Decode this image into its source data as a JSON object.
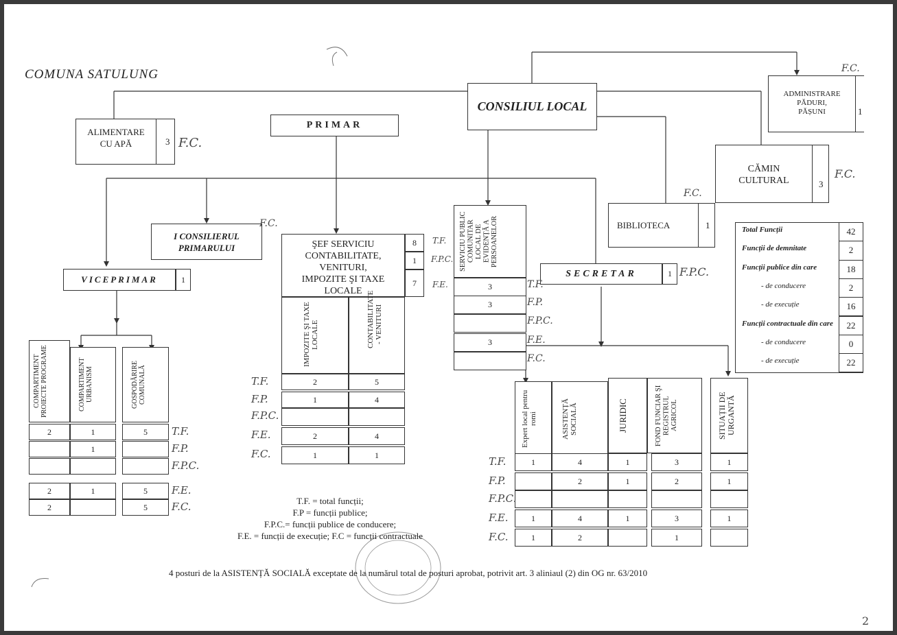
{
  "title": "COMUNA SATULUNG",
  "boxes": {
    "consiliul_local": "CONSILIUL LOCAL",
    "primar": "PRIMAR",
    "alimentare_1": "ALIMENTARE",
    "alimentare_2": "CU APĂ",
    "alimentare_n": "3",
    "admin_1": "ADMINISTRARE",
    "admin_2": "PĂDURI,",
    "admin_3": "PĂȘUNI",
    "admin_n": "1",
    "camin_1": "CĂMIN",
    "camin_2": "CULTURAL",
    "camin_n": "3",
    "biblioteca": "BIBLIOTECA",
    "biblioteca_n": "1",
    "consilier_1": "I CONSILIERUL",
    "consilier_2": "PRIMARULUI",
    "viceprimar": "VICEPRIMAR",
    "viceprimar_n": "1",
    "sef_1": "ŞEF SERVICIU",
    "sef_2": "CONTABILITATE,",
    "sef_3": "VENITURI,",
    "sef_4": "IMPOZITE ŞI TAXE",
    "sef_5": "LOCALE",
    "sef_tf": "8",
    "sef_fpc": "1",
    "sef_fe": "7",
    "impozite": "IMPOZITE ŞI TAXE LOCALE",
    "contabilitate": "CONTABILITATE - VENITURI",
    "spclep": "SERVICIU PUBLIC COMUNITAR LOCAL DE EVIDENȚĂ A PERSOANELOR",
    "secretar": "SECRETAR",
    "secretar_n": "1",
    "comp_proiecte": "COMPARTIMENT PROIECTE PROGRAME",
    "comp_urbanism": "COMPARTIMENT URBANISM",
    "gospodarire": "GOSPODĂRIRE COMUNALĂ",
    "expert": "Expert local pentru romi",
    "asistenta": "ASISTENȚĂ SOCIALĂ",
    "juridic": "JURIDIC",
    "fond": "FOND FUNCIAR ŞI REGISTRUL AGRICOL",
    "situatii": "SITUAȚII DE URGANTĂ"
  },
  "hand": {
    "fc": "F.C.",
    "tf": "T.F.",
    "fp": "F.P.",
    "fpc": "F.P.C.",
    "fe": "F.E."
  },
  "totals": {
    "rows": [
      {
        "label": "Total Funcții",
        "value": "42"
      },
      {
        "label": "Funcții de demnitate",
        "value": "2"
      },
      {
        "label": "Funcții publice din care",
        "value": "18"
      },
      {
        "label": "- de conducere",
        "value": "2"
      },
      {
        "label": "- de execuție",
        "value": "16"
      },
      {
        "label": "Funcții contractuale din care",
        "value": "22"
      },
      {
        "label": "- de conducere",
        "value": "0"
      },
      {
        "label": "- de execuție",
        "value": "22"
      }
    ]
  },
  "tables": {
    "left": {
      "proiecte": [
        "2",
        "",
        "",
        "2",
        "2"
      ],
      "urbanism": [
        "1",
        "1",
        "",
        "1",
        ""
      ],
      "gospodarire": [
        "5",
        "",
        "",
        "5",
        "5"
      ]
    },
    "sef": {
      "impozite": [
        "2",
        "1",
        "",
        "2",
        "1"
      ],
      "contabilitate": [
        "5",
        "4",
        "",
        "4",
        "1"
      ]
    },
    "spclep": [
      "3",
      "3",
      "",
      "3",
      ""
    ],
    "secretar": {
      "expert": [
        "1",
        "",
        "",
        "1",
        "1"
      ],
      "asistenta": [
        "4",
        "2",
        "",
        "4",
        "2"
      ],
      "juridic": [
        "1",
        "1",
        "",
        "1",
        ""
      ],
      "fond": [
        "3",
        "2",
        "",
        "3",
        "1"
      ],
      "situatii": [
        "1",
        "1",
        "",
        "1",
        ""
      ]
    }
  },
  "legend": [
    "T.F. = total funcții;",
    "F.P = funcții publice;",
    "F.P.C.= funcții publice de conducere;",
    "F.E. = funcții de execuție; F.C = funcții contractuale"
  ],
  "footer": "4 posturi de la ASISTENȚĂ SOCIALĂ exceptate de la numărul total de posturi aprobat, potrivit art. 3 aliniaul (2) din OG nr. 63/2010",
  "page_mark": "2"
}
